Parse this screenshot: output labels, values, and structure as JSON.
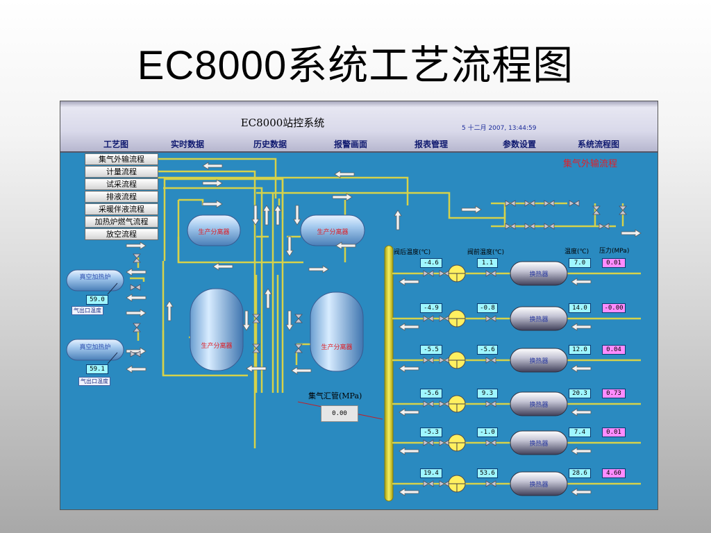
{
  "slide_title": "EC8000系统工艺流程图",
  "window": {
    "system_title": "EC8000站控系统",
    "datetime": "5 十二月 2007, 13:44:59",
    "nav": [
      "工艺图",
      "实时数据",
      "历史数据",
      "报警画面",
      "报表管理",
      "参数设置",
      "系统流程图"
    ],
    "menu": [
      "集气外输流程",
      "计量流程",
      "试采流程",
      "排液流程",
      "采暖伴液流程",
      "加热炉燃气流程",
      "放空流程"
    ],
    "flow_label": "集气外输流程",
    "separator_label": "生产分离器",
    "heater_label": "真空加热炉",
    "heater_values": [
      "59.0",
      "59.1"
    ],
    "heater_tag": "气出口温度",
    "col_labels": {
      "after_valve": "阀后温度(℃)",
      "before_valve": "阀前温度(℃)",
      "temperature": "温度(℃)",
      "pressure": "压力(MPa)"
    },
    "hx_label": "换热器",
    "hx_rows": [
      {
        "after": "-4.6",
        "before": "1.1",
        "temp": "7.0",
        "pressure": "0.01"
      },
      {
        "after": "-4.9",
        "before": "-0.8",
        "temp": "14.0",
        "pressure": "-0.00"
      },
      {
        "after": "-5.5",
        "before": "-5.6",
        "temp": "12.0",
        "pressure": "0.04"
      },
      {
        "after": "-5.6",
        "before": "9.3",
        "temp": "20.3",
        "pressure": "0.73"
      },
      {
        "after": "-5.3",
        "before": "-1.0",
        "temp": "7.4",
        "pressure": "0.01"
      },
      {
        "after": "19.4",
        "before": "53.6",
        "temp": "28.6",
        "pressure": "4.60"
      }
    ],
    "header_label": "集气汇管(MPa)",
    "header_value": "0.00",
    "colors": {
      "background": "#2a8ac0",
      "pipe": "#d6d24a",
      "header_pipe": "#e8e030",
      "arrow": "#f2f2f2",
      "value_cyan": "#9ff6ff",
      "value_pink": "#ff8cff"
    },
    "icons": [
      "valve-icon",
      "flow-arrow-icon",
      "meter-icon",
      "separator-vessel-icon",
      "heat-exchanger-icon",
      "heater-icon"
    ]
  }
}
